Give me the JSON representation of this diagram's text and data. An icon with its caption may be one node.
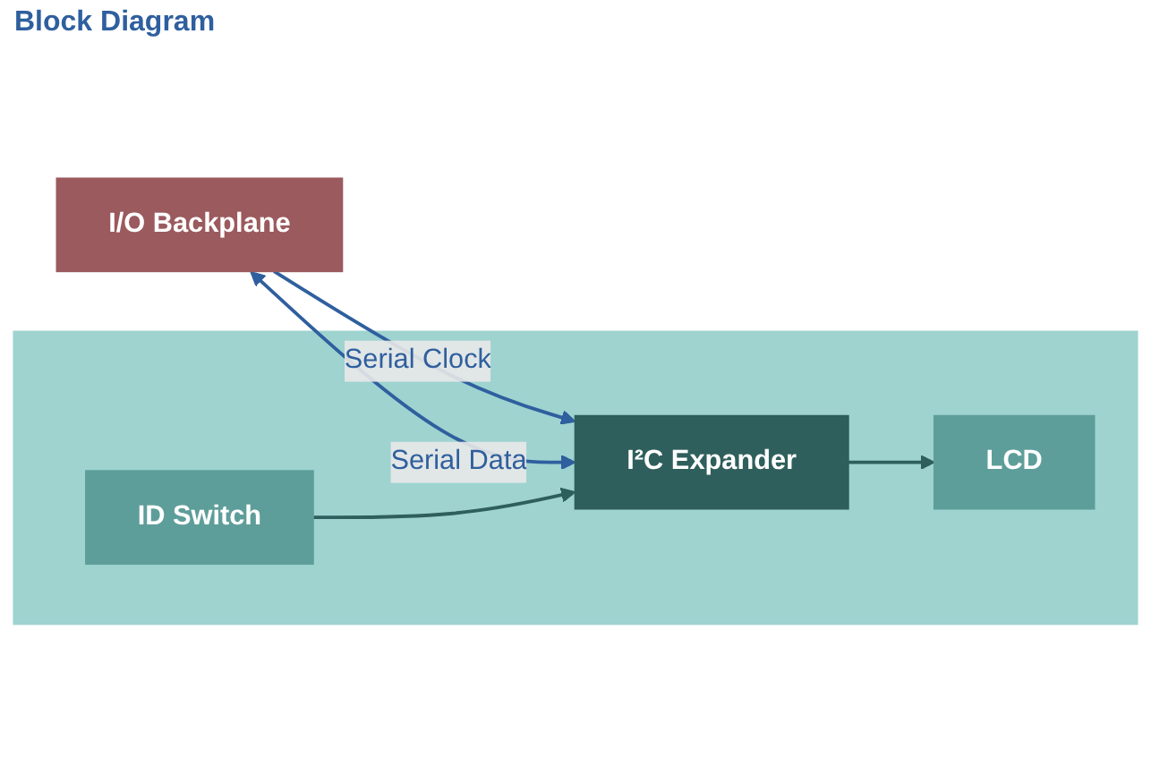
{
  "diagram": {
    "title": "Block Diagram",
    "nodes": [
      {
        "text": [
          "I/O Backplane"
        ]
      },
      {
        "text": [],
        "shape": "box"
      },
      {
        "text": [
          "LCD"
        ],
        "in": 1
      },
      {
        "text": [
          "I²C Expander"
        ],
        "in": 1
      },
      {
        "text": [
          "ID Switch"
        ],
        "in": 1
      }
    ],
    "edges": [
      {
        "from": 0,
        "to": 3,
        "arrow": "to",
        "label": "Serial Clock",
        "color": "#2f5f9e"
      },
      {
        "from": 0,
        "to": 3,
        "arrow": "both",
        "label": "Serial Data",
        "color": "#2f5f9e"
      },
      {
        "from": 3,
        "to": 2,
        "arrow": "to",
        "color": "#2f5f5c"
      },
      {
        "from": 4,
        "to": 3,
        "arrow": "to",
        "color": "#2f5f5c"
      }
    ]
  }
}
